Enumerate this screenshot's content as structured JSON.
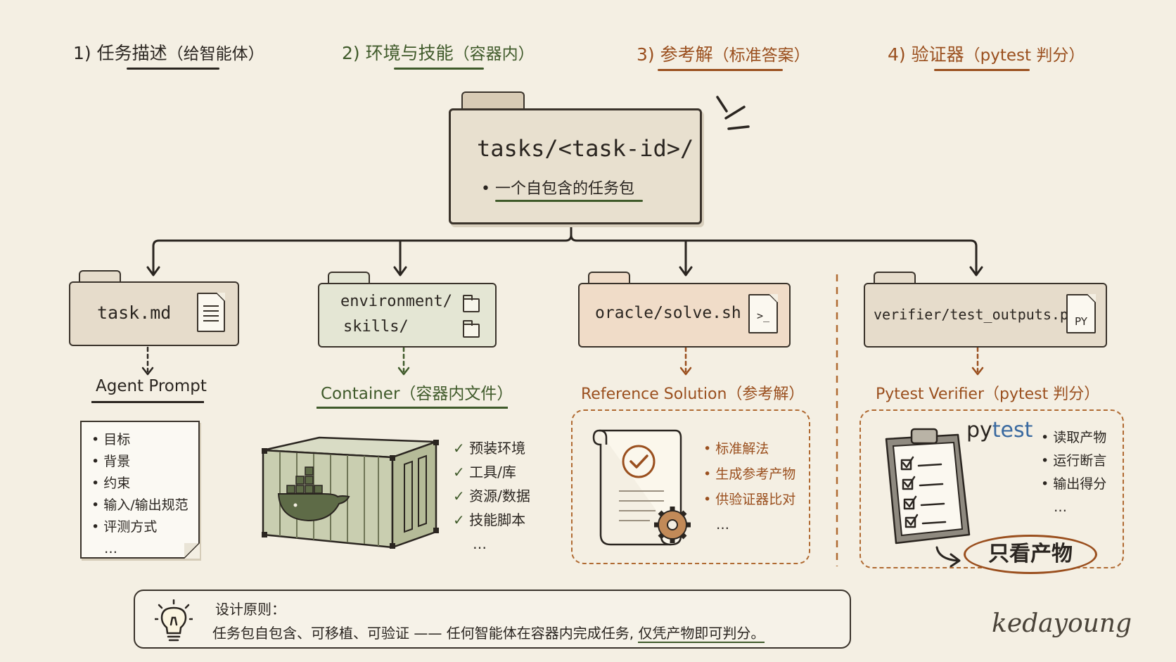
{
  "headers": [
    {
      "num": "1)",
      "title": "任务描述",
      "paren": "（给智能体）"
    },
    {
      "num": "2)",
      "title": "环境与技能",
      "paren": "（容器内）"
    },
    {
      "num": "3)",
      "title": "参考解",
      "paren": "（标准答案）"
    },
    {
      "num": "4)",
      "title": "验证器",
      "paren": "（pytest 判分）"
    }
  ],
  "root": {
    "path": "tasks/<task-id>/",
    "bullet": "一个自包含的任务包"
  },
  "task_md": {
    "file": "task.md",
    "label": "Agent Prompt",
    "items": [
      "目标",
      "背景",
      "约束",
      "输入/输出规范",
      "评测方式",
      "…"
    ]
  },
  "environment": {
    "dir1": "environment/",
    "dir2": "skills/",
    "label": "Container（容器内文件）",
    "checks": [
      "预装环境",
      "工具/库",
      "资源/数据",
      "技能脚本",
      "…"
    ]
  },
  "oracle": {
    "file": "oracle/solve.sh",
    "icon_text": ">_",
    "label": "Reference Solution（参考解）",
    "items": [
      "标准解法",
      "生成参考产物",
      "供验证器比对",
      "…"
    ]
  },
  "verifier": {
    "file": "verifier/test_outputs.py",
    "icon_text": "PY",
    "label": "Pytest Verifier（pytest 判分）",
    "logo_py": "py",
    "logo_test": "test",
    "items": [
      "读取产物",
      "运行断言",
      "输出得分",
      "…"
    ],
    "emphasis": "只看产物"
  },
  "principle": {
    "title": "设计原则：",
    "text_a": "任务包自包含、可移植、可验证 —— 任何智能体在容器内完成任务,",
    "text_b": "仅凭产物即可判分。"
  },
  "signature": "kedayoung",
  "colors": {
    "dark": "#2a2520",
    "green": "#3f5a2a",
    "brown": "#9a4f1e",
    "paper": "#f4efe3"
  }
}
